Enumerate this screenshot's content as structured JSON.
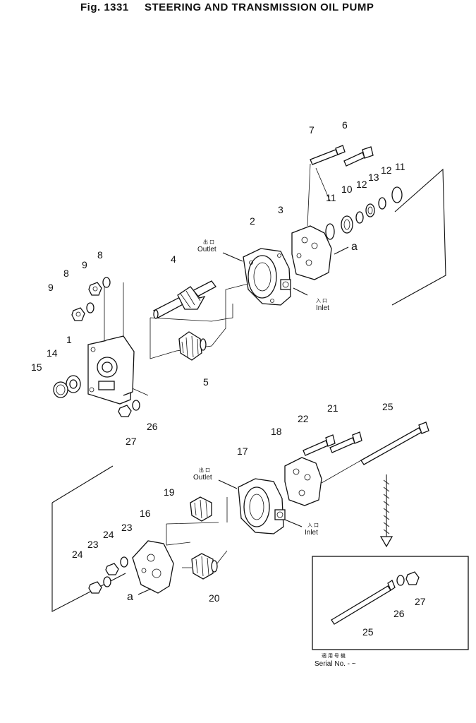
{
  "header": {
    "fig_number": "Fig. 1331",
    "title": "STEERING AND TRANSMISSION OIL PUMP"
  },
  "labels": {
    "outlet_jp": "出 口",
    "outlet": "Outlet",
    "inlet_jp": "入 口",
    "inlet": "Inlet",
    "letter_a": "a",
    "serial_jp": "適 用 号 機",
    "serial_no": "Serial No. - ~"
  },
  "parts": {
    "p1": "1",
    "p2": "2",
    "p3": "3",
    "p4": "4",
    "p5": "5",
    "p6": "6",
    "p7": "7",
    "p8": "8",
    "p9": "9",
    "p10": "10",
    "p11": "11",
    "p12": "12",
    "p13": "13",
    "p14": "14",
    "p15": "15",
    "p16": "16",
    "p17": "17",
    "p18": "18",
    "p19": "19",
    "p20": "20",
    "p21": "21",
    "p22": "22",
    "p23": "23",
    "p24": "24",
    "p25": "25",
    "p26": "26",
    "p27": "27"
  }
}
